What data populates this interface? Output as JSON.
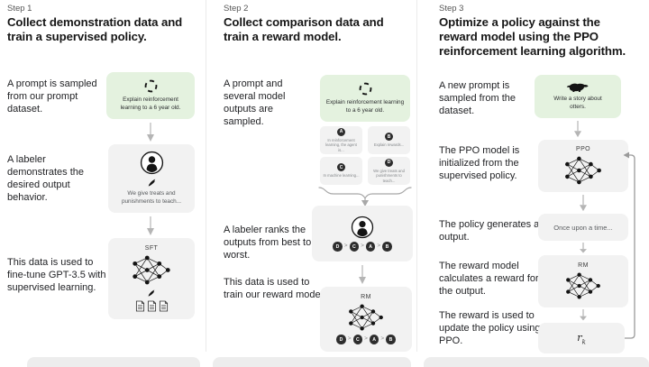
{
  "colors": {
    "accent_green": "#e4f2df",
    "box_grey": "#f2f2f2",
    "ink": "#202123"
  },
  "steps": [
    {
      "label": "Step 1",
      "title": "Collect demonstration data and train a supervised policy.",
      "items": [
        "A prompt is sampled from our prompt dataset.",
        "A labeler demonstrates the desired output behavior.",
        "This data is used to fine-tune GPT-3.5 with supervised learning."
      ],
      "prompt_caption": "Explain reinforcement learning to a 6 year old.",
      "labeler_caption": "We give treats and punishments to teach...",
      "model_label": "SFT"
    },
    {
      "label": "Step 2",
      "title": "Collect comparison data and train a reward model.",
      "items": [
        "A prompt and several model outputs are sampled.",
        "A labeler ranks the outputs from best to worst.",
        "This data is used to train our reward model."
      ],
      "prompt_caption": "Explain reinforcement learning to a 6 year old.",
      "outputs": [
        {
          "letter": "A",
          "caption": "In reinforcement learning, the agent is..."
        },
        {
          "letter": "B",
          "caption": "Explain rewards..."
        },
        {
          "letter": "C",
          "caption": "In machine learning..."
        },
        {
          "letter": "D",
          "caption": "We give treats and punishments to teach..."
        }
      ],
      "ranking": [
        "D",
        "C",
        "A",
        "B"
      ],
      "ranking_sep": ">",
      "model_label": "RM"
    },
    {
      "label": "Step 3",
      "title": "Optimize a policy against the reward model using the PPO reinforcement learning algorithm.",
      "items": [
        "A new prompt is sampled from the dataset.",
        "The PPO model is initialized from the supervised policy.",
        "The policy generates an output.",
        "The reward model calculates a reward for the output.",
        "The reward is used to update the policy using PPO."
      ],
      "prompt_caption": "Write a story about otters.",
      "ppo_label": "PPO",
      "output_text": "Once upon a time...",
      "rm_label": "RM",
      "reward_base": "r",
      "reward_sub": "k"
    }
  ]
}
